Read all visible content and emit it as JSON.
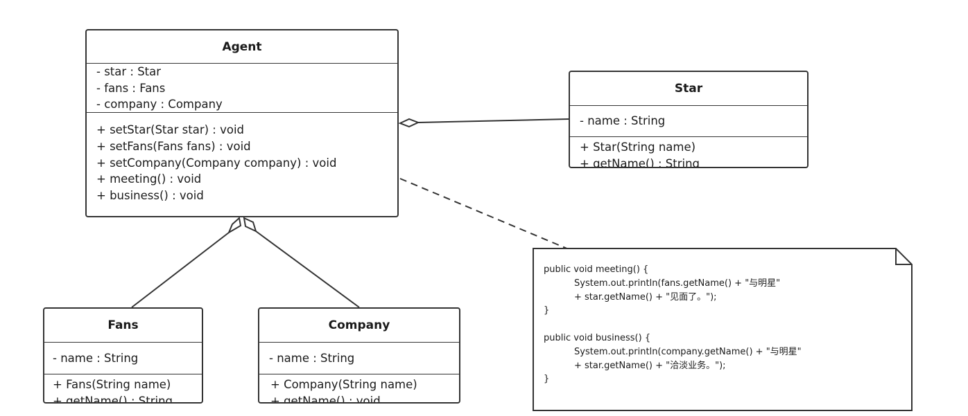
{
  "diagram": {
    "classes": {
      "agent": {
        "name": "Agent",
        "attributes": [
          "- star : Star",
          "- fans : Fans",
          "- company : Company"
        ],
        "operations": [
          "+ setStar(Star star) : void",
          "+ setFans(Fans fans) : void",
          "+ setCompany(Company company) : void",
          "+ meeting() : void",
          "+ business() : void"
        ]
      },
      "star": {
        "name": "Star",
        "attributes": [
          "- name : String"
        ],
        "operations": [
          "+ Star(String name)",
          "+ getName() : String"
        ]
      },
      "fans": {
        "name": "Fans",
        "attributes": [
          "- name : String"
        ],
        "operations": [
          "+ Fans(String name)",
          "+ getName() : String"
        ]
      },
      "company": {
        "name": "Company",
        "attributes": [
          "- name : String"
        ],
        "operations": [
          "+ Company(String name)",
          "+ getName() : void"
        ]
      }
    },
    "relations": [
      {
        "type": "aggregation",
        "whole": "Agent",
        "part": "Star"
      },
      {
        "type": "aggregation",
        "whole": "Agent",
        "part": "Fans"
      },
      {
        "type": "aggregation",
        "whole": "Agent",
        "part": "Company"
      },
      {
        "type": "note-link",
        "from": "Agent",
        "to": "note"
      }
    ],
    "note": {
      "lines": [
        "public void meeting() {",
        "System.out.println(fans.getName() + \"与明星\"",
        "+ star.getName() + \"见面了。\");",
        "}",
        "",
        "public void business() {",
        "System.out.println(company.getName() + \"与明星\"",
        "+ star.getName() + \"洽淡业务。\");",
        "}"
      ]
    },
    "colors": {
      "stroke": "#333333",
      "fill": "#ffffff",
      "text": "#1a1a1a"
    }
  }
}
